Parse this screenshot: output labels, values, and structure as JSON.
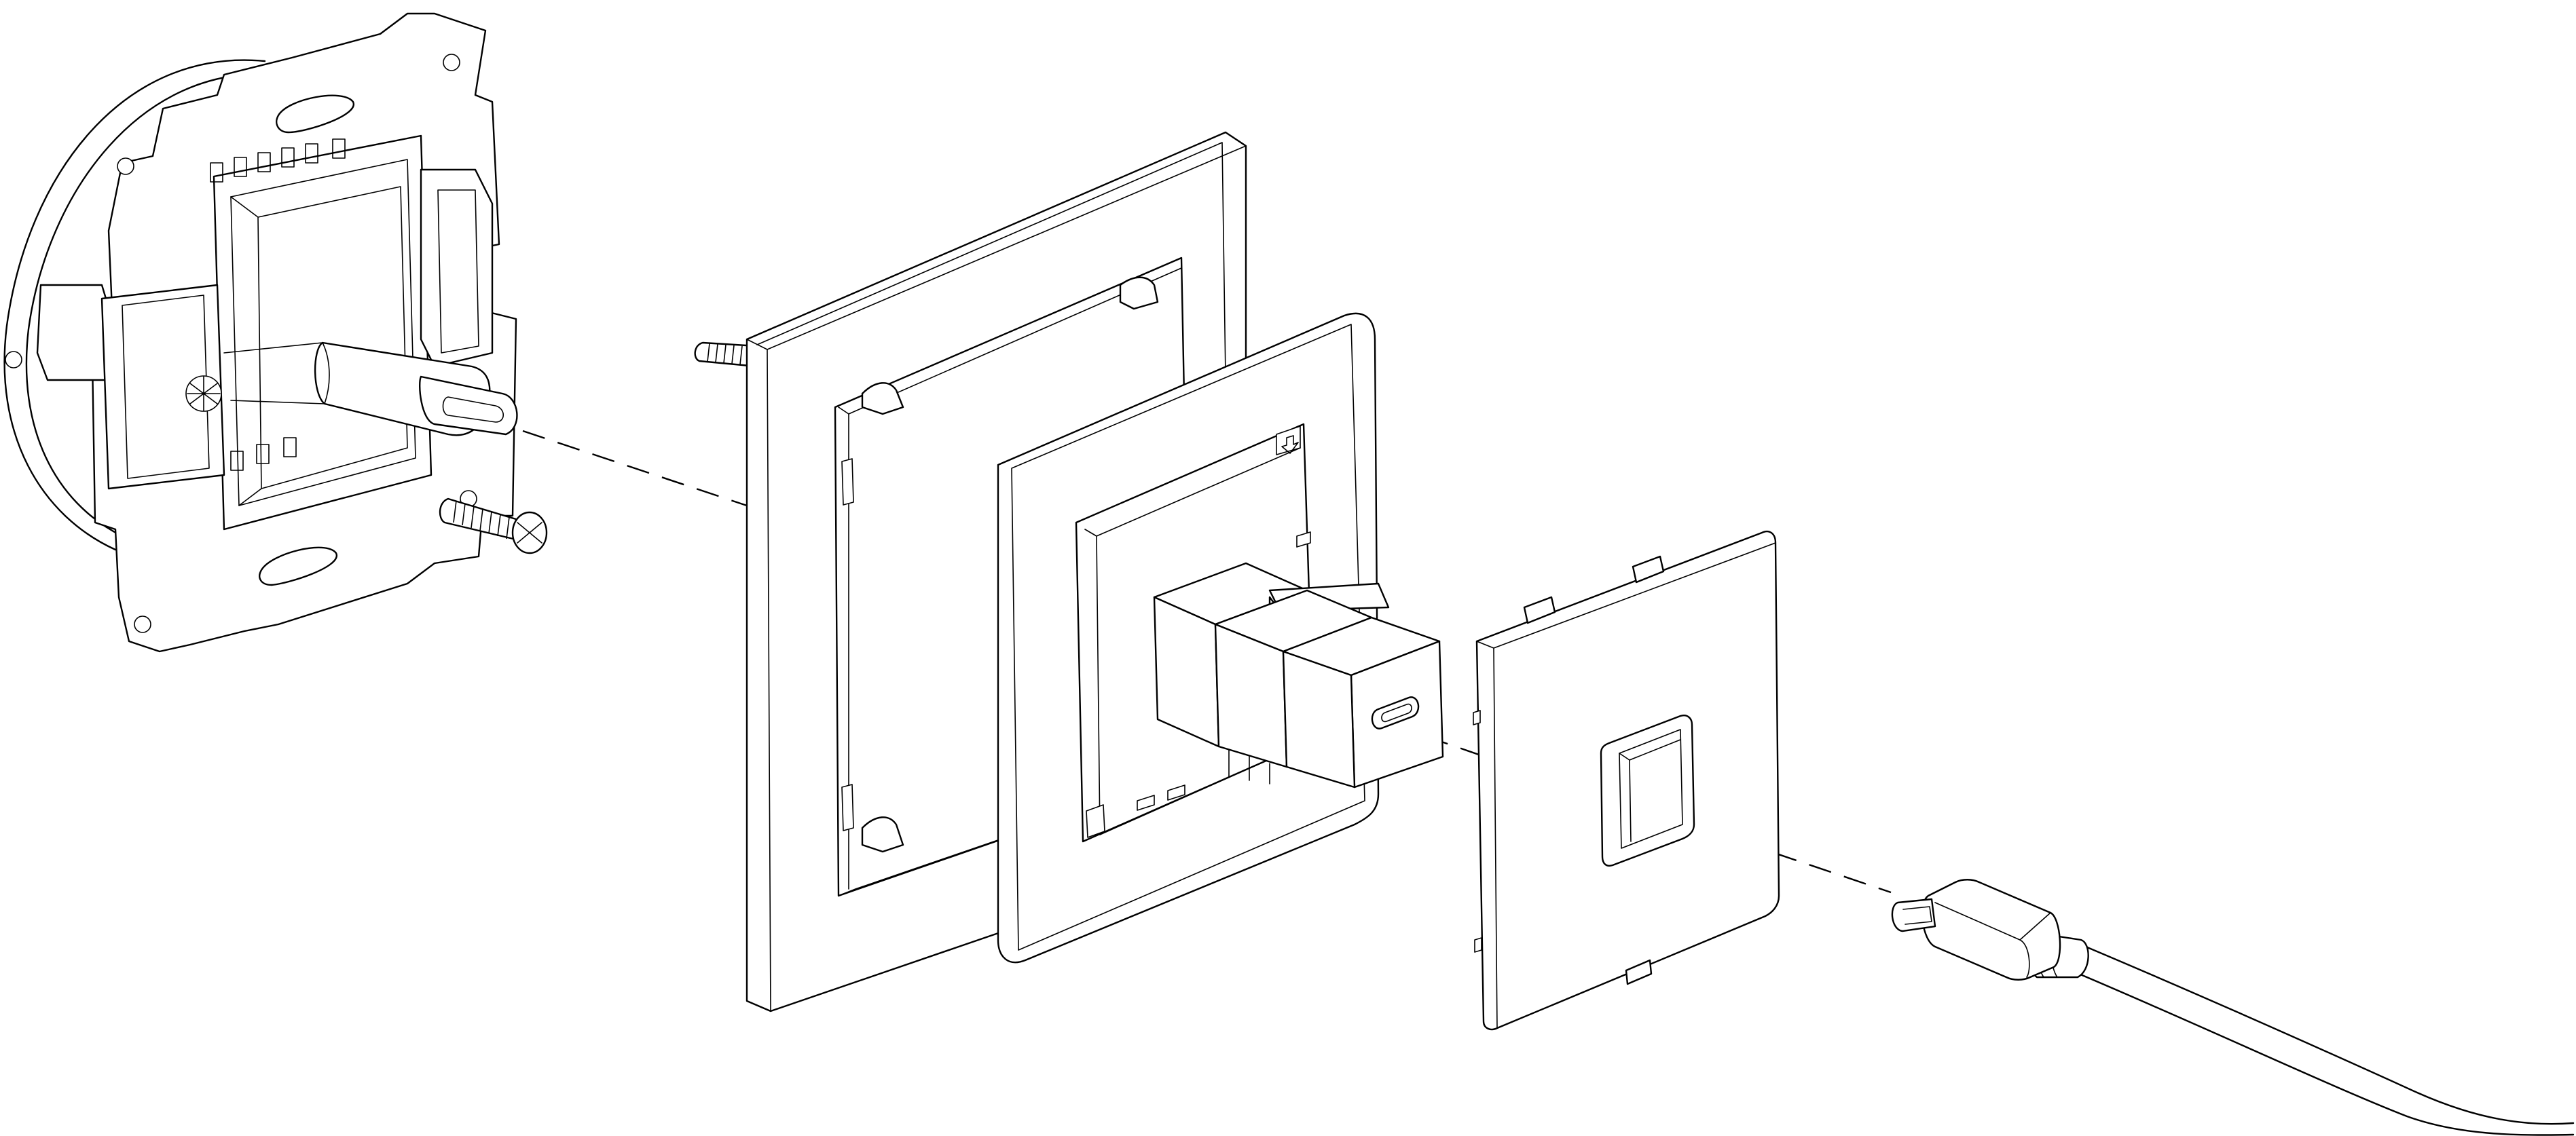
{
  "diagram": {
    "kind": "exploded-assembly",
    "parts": [
      "mounting-frame",
      "usb-c-connector-inside-frame",
      "fixing-screw-bottom",
      "fixing-screw-top",
      "outer-cover-frame",
      "intermediate-frame",
      "usb-c-coupler-module",
      "cover-plate",
      "usb-c-cable"
    ],
    "colors": {
      "line": "#000000",
      "background": "#ffffff"
    }
  }
}
